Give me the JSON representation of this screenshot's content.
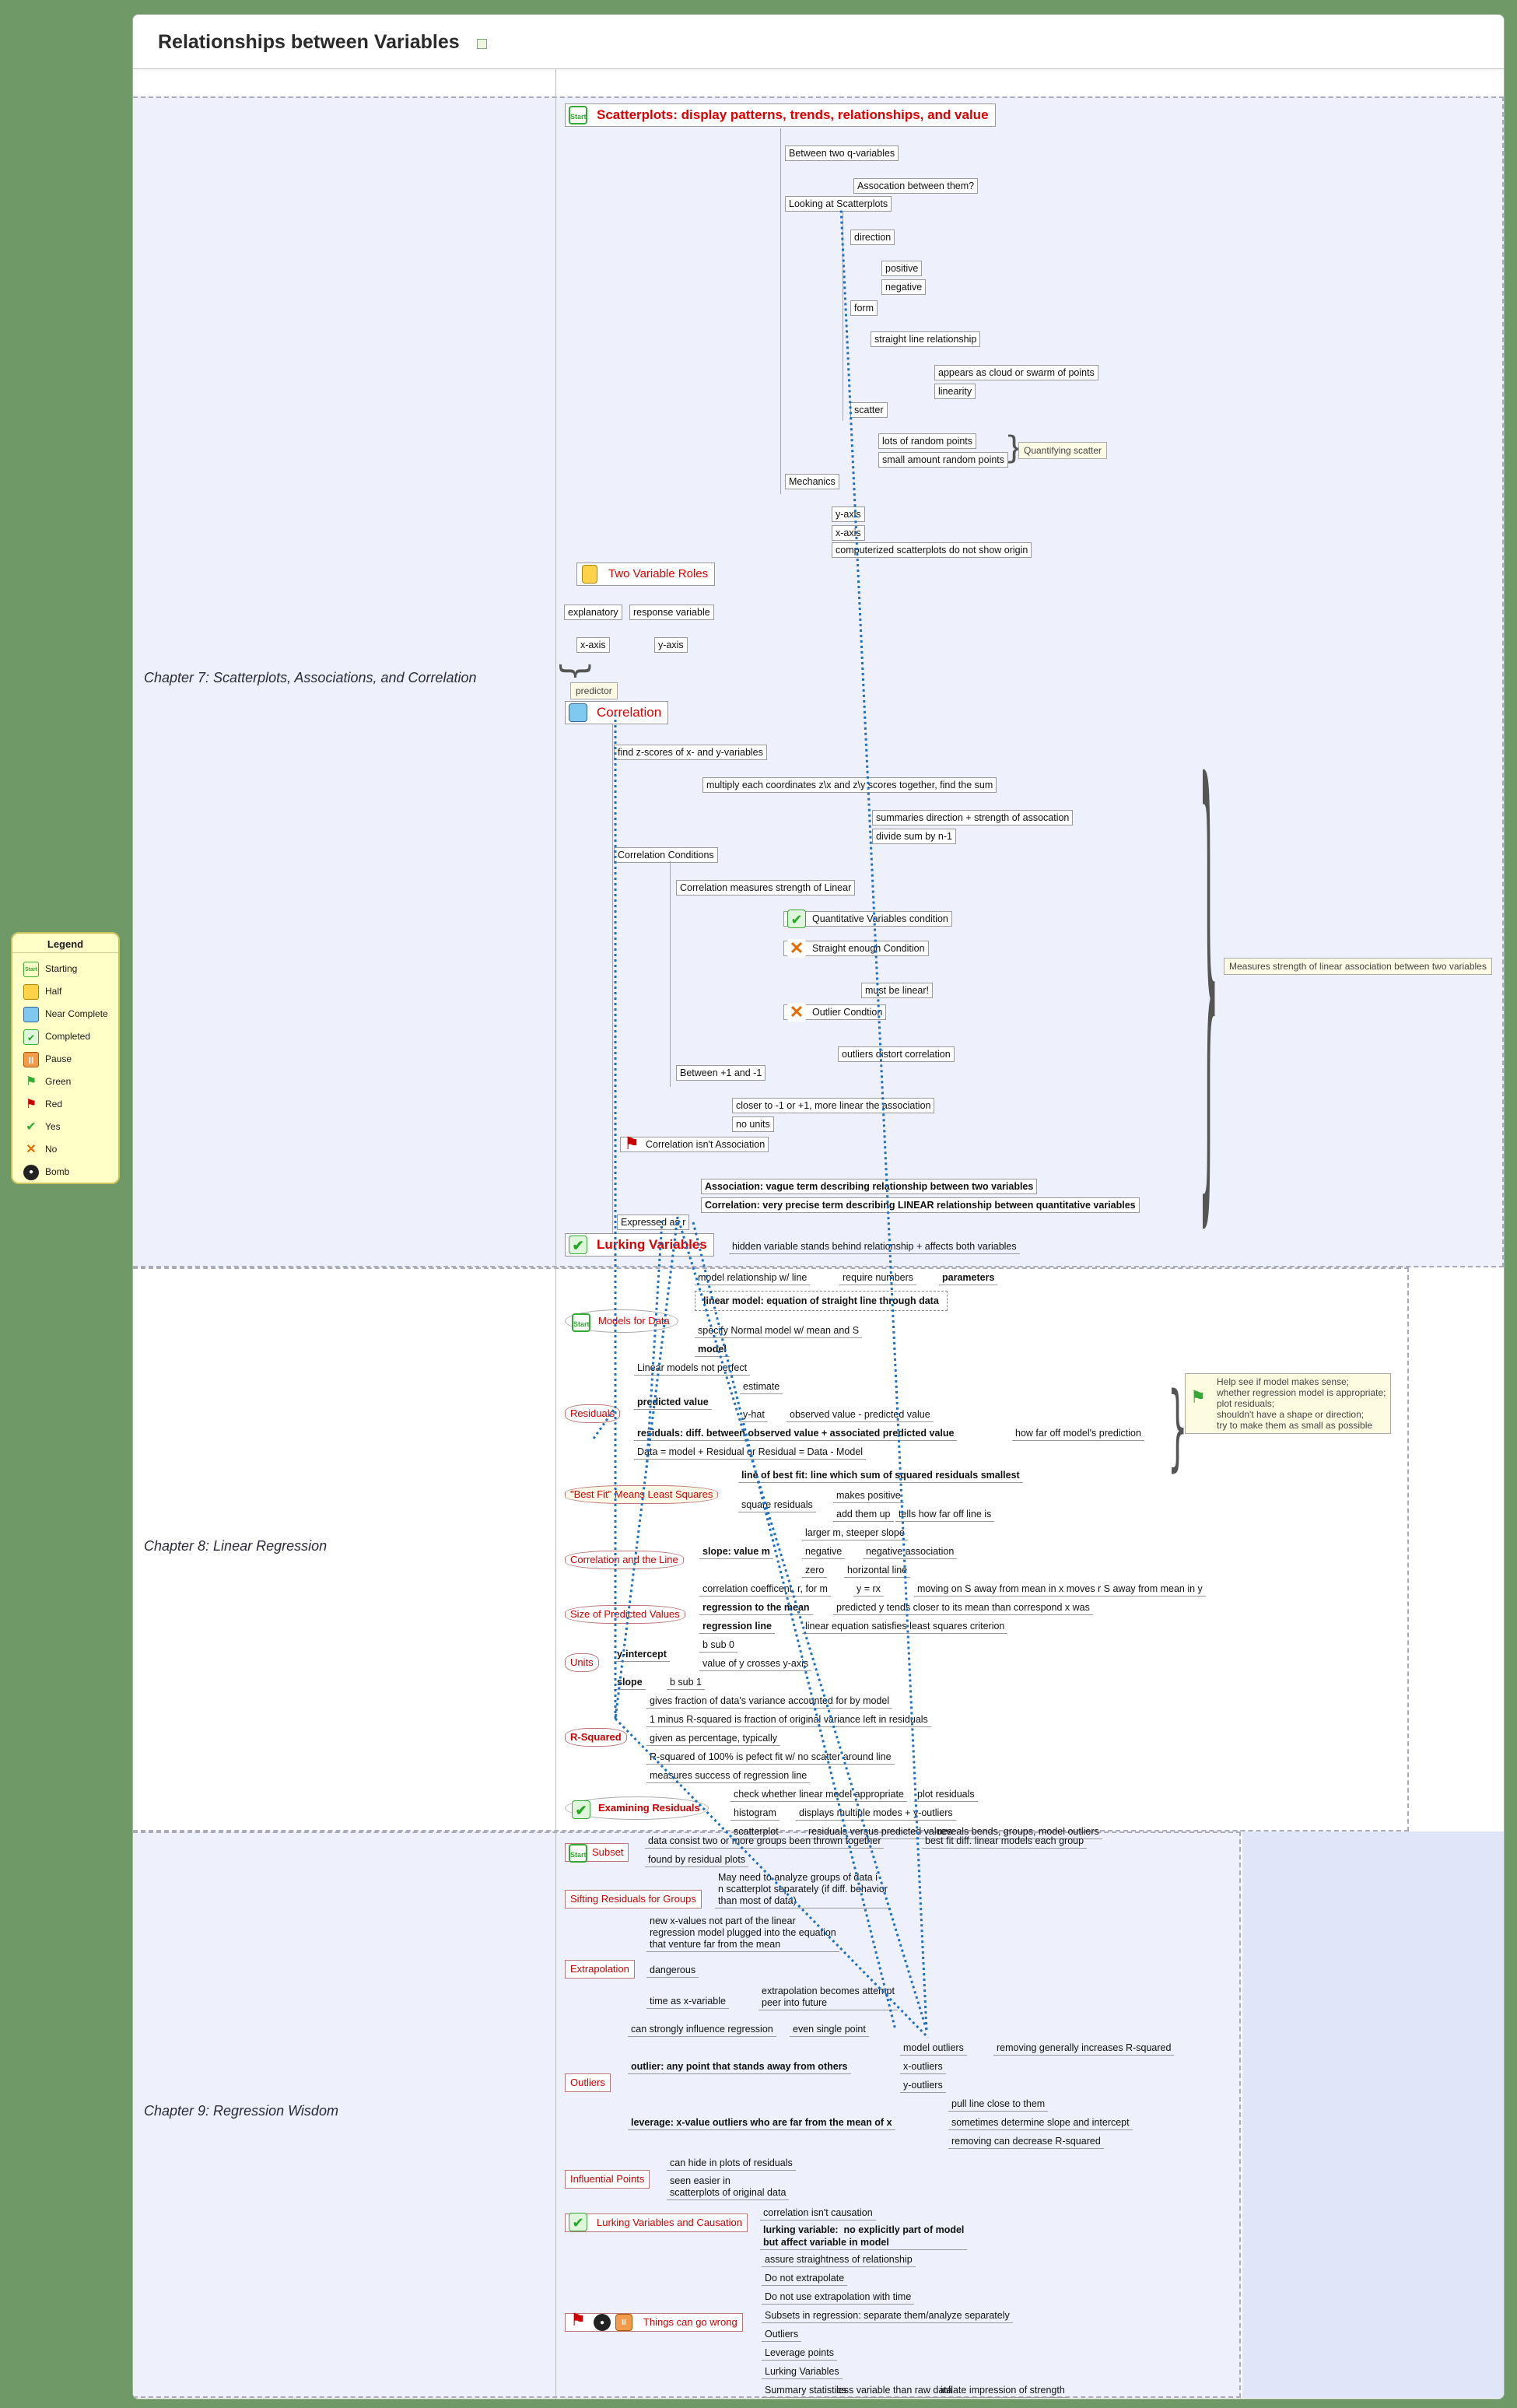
{
  "title": "Relationships between Variables",
  "legend": {
    "heading": "Legend",
    "items": [
      {
        "label": "Starting",
        "icon": "start-icon"
      },
      {
        "label": "Half",
        "icon": "half-icon"
      },
      {
        "label": "Near Complete",
        "icon": "near-complete-icon"
      },
      {
        "label": "Completed",
        "icon": "completed-icon"
      },
      {
        "label": "Pause",
        "icon": "pause-icon"
      },
      {
        "label": "Green",
        "icon": "green-flag-icon"
      },
      {
        "label": "Red",
        "icon": "red-flag-icon"
      },
      {
        "label": "Yes",
        "icon": "yes-icon"
      },
      {
        "label": "No",
        "icon": "no-icon"
      },
      {
        "label": "Bomb",
        "icon": "bomb-icon"
      }
    ]
  },
  "chapters": {
    "ch7": "Chapter 7:  Scatterplots, Associations, and Correlation",
    "ch8": "Chapter 8:  Linear Regression",
    "ch9": "Chapter 9: Regression Wisdom"
  },
  "ch7": {
    "scatter_main": "Scatterplots:  display patterns, trends, relationships, and value",
    "between_q": "Between two q-variables",
    "assoc_between": "Assocation between them?",
    "looking": "Looking at Scatterplots",
    "direction": "direction",
    "positive": "positive",
    "negative": "negative",
    "form": "form",
    "straight": "straight line relationship",
    "cloud": "appears as cloud or swarm of points",
    "linearity": "linearity",
    "scatter": "scatter",
    "lots_random": "lots of random points",
    "small_random": "small amount random points",
    "quantifying": "Quantifying scatter",
    "mechanics": "Mechanics",
    "yaxis": "y-axis",
    "xaxis": "x-axis",
    "computerized": "computerized scatterplots do not show origin",
    "two_roles": "Two Variable Roles",
    "explanatory": "explanatory",
    "response": "response variable",
    "x_axis2": "x-axis",
    "y_axis2": "y-axis",
    "predictor": "predictor",
    "correlation": "Correlation",
    "find_z": "find z-scores of x- and y-variables",
    "multiply": "multiply each coordinates z\\x and z\\y scores together, find the sum",
    "summaries": "summaries direction + strength of assocation",
    "divide": "divide sum by n-1",
    "corr_conditions": "Correlation Conditions",
    "corr_measures": "Correlation measures strength of Linear",
    "quant_cond": "Quantitative Variables condition",
    "straight_cond": "Straight enough Condition",
    "must_linear": "must be linear!",
    "outlier_cond": "Outlier Condtion",
    "outliers_distort": "outliers distort correlation",
    "between_pm1": "Between +1 and -1",
    "closer": "closer to -1 or +1, more linear the association",
    "no_units": "no units",
    "corr_not_assoc": "Correlation isn't Association",
    "assoc_def": "Association:  vague term describing relationship between two variables",
    "corr_def": "Correlation:  very precise term describing LINEAR relationship between quantitative variables",
    "measures_strength": "Measures strength of linear association between two variables",
    "expressed_r": "Expressed as r",
    "lurking": "Lurking Variables",
    "hidden_var": "hidden variable stands behind relationship + affects both variables"
  },
  "ch8": {
    "models_data": "Models for Data",
    "model_rel": "model relationship w/ line",
    "require_numbers": "require numbers",
    "parameters": "parameters",
    "linear_model": "linear model:  equation of straight line through data",
    "specify_normal": "specify Normal model w/ mean and S",
    "model": "model",
    "residuals": "Residuals",
    "linear_not_perfect": "Linear models not perfect",
    "estimate": "estimate",
    "predicted_value": "predicted value",
    "yhat": "y-hat",
    "obs_minus_pred": "observed value - predicted value",
    "residuals_def": "residuals:  diff. between observed value + associated predicted value",
    "how_far_off": "how far off model's prediction",
    "data_eq": "Data = model + Residual or Residual = Data - Model",
    "help_see": "Help see if model makes sense;\nwhether regression model is appropriate;\nplot residuals;\nshouldn't have a shape or direction;\ntry to make them as small as possible",
    "best_fit": "\"Best Fit\" Means Least Squares",
    "line_best_fit": "line of best fit:  line which sum of squared residuals smallest",
    "makes_positive": "makes positive",
    "square_residuals": "square residuals",
    "add_them": "add them up",
    "tells_how_far": "tells how far off line is",
    "corr_line": "Correlation and the Line",
    "larger_m": "larger m, steeper slope",
    "slope_value": "slope:  value m",
    "negative": "negative",
    "negative_assoc": "negative association",
    "zero": "zero",
    "horizontal": "horizontal line",
    "corr_coef": "correlation coefficent, r, for m",
    "y_rx": "y = rx",
    "moving_on": "moving on S away from mean in x moves r S away from mean in y",
    "size_pred": "Size of Predicted Values",
    "regression_mean": "regression to the mean",
    "predicted_y": "predicted y tends closer to its mean than correspond x was",
    "regression_line": "regression line",
    "linear_eq_least": "linear equation satisfies least squares criterion",
    "units": "Units",
    "b_sub_0": "b sub 0",
    "y_intercept": "y-intercept",
    "value_y": "value of y crosses y-axis",
    "slope": "slope",
    "b_sub_1": "b sub 1",
    "r_squared": "R-Squared",
    "gives_fraction": "gives fraction of data's variance accounted for by model",
    "one_minus": "1 minus R-squared is fraction of original variance left in residuals",
    "given_pct": "given as percentage, typically",
    "r_100": "R-squared of 100% is pefect fit w/ no scatter around line",
    "measures_success": "measures success of regression line",
    "examining": "Examining Residuals",
    "check_whether": "check whether linear model appropriate",
    "plot_residuals": "plot residuals",
    "histogram": "histogram",
    "displays_multiple": "displays multiple modes + y-outliers",
    "scatterplot": "scatterplot",
    "residuals_vs": "residuals versus predicted values",
    "reveals": "reveals bends, groups, model outliers"
  },
  "ch9": {
    "subset": "Subset",
    "data_consist": "data consist two or more groups been thrown together",
    "best_fit_diff": "best fit diff. linear models each group",
    "found_by": "found by residual plots",
    "sifting": "Sifting Residuals for Groups",
    "may_need": "May need to analyze groups of data i\nn scatterplot separately (if diff. behavior\nthan most of data)",
    "extrapolation": "Extrapolation",
    "new_x": "new x-values not part of the linear\nregression model plugged into the equation\nthat venture far from the mean",
    "dangerous": "dangerous",
    "time_x": "time as x-variable",
    "extrap_attempt": "extrapolation becomes attempt\npeer into future",
    "outliers": "Outliers",
    "can_influence": "can strongly influence regression",
    "even_single": "even single point",
    "model_outliers": "model outliers",
    "removing_inc": "removing generally increases R-squared",
    "outlier_def": "outlier:  any point that stands away from others",
    "x_outliers": "x-outliers",
    "y_outliers": "y-outliers",
    "pull_line": "pull line close to them",
    "leverage": "leverage: x-value outliers who are far from the mean of x",
    "sometimes": "sometimes determine slope and intercept",
    "removing_dec": "removing can decrease R-squared",
    "influential": "Influential Points",
    "can_hide": "can hide in plots of residuals",
    "seen_easier": "seen easier in\nscatterplots of original data",
    "lurking_causation": "Lurking Variables and Causation",
    "corr_not_causation": "correlation isn't causation",
    "lurking_def": "lurking variable:  no explicitly part of model\nbut affect variable in model",
    "things_wrong": "Things can go wrong",
    "assure": "assure straightness of relationship",
    "do_not_extrap": "Do not extrapolate",
    "do_not_time": "Do not use extrapolation with time",
    "subsets": "Subsets in regression:  separate them/analyze separately",
    "outliers2": "Outliers",
    "leverage_pts": "Leverage points",
    "lurking2": "Lurking Variables",
    "summary_stats": "Summary statistics",
    "less_variable": "less variable than raw data",
    "inflate": "inflate impression of strength"
  },
  "icons": {
    "start": "Start",
    "pause": "II",
    "no": "✕",
    "yes": "✔"
  }
}
